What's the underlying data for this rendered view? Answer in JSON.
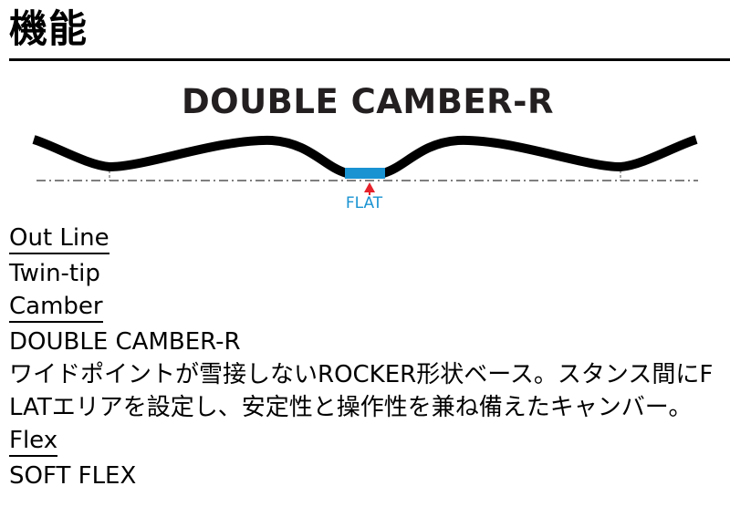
{
  "page": {
    "title": "機能"
  },
  "diagram": {
    "heading": "DOUBLE CAMBER-R",
    "flat_label": "FLAT",
    "colors": {
      "board": "#000000",
      "flat_zone": "#1a93d2",
      "flat_label": "#1a93d2",
      "arrow": "#e6212a",
      "baseline": "#555555"
    }
  },
  "specs": {
    "outline": {
      "label": "Out Line",
      "value": "Twin-tip"
    },
    "camber": {
      "label": "Camber",
      "value": "DOUBLE CAMBER-R",
      "description": "ワイドポイントが雪接しないROCKER形状ベース。スタンス間にFLATエリアを設定し、安定性と操作性を兼ね備えたキャンバー。"
    },
    "flex": {
      "label": "Flex",
      "value": "SOFT FLEX"
    }
  }
}
